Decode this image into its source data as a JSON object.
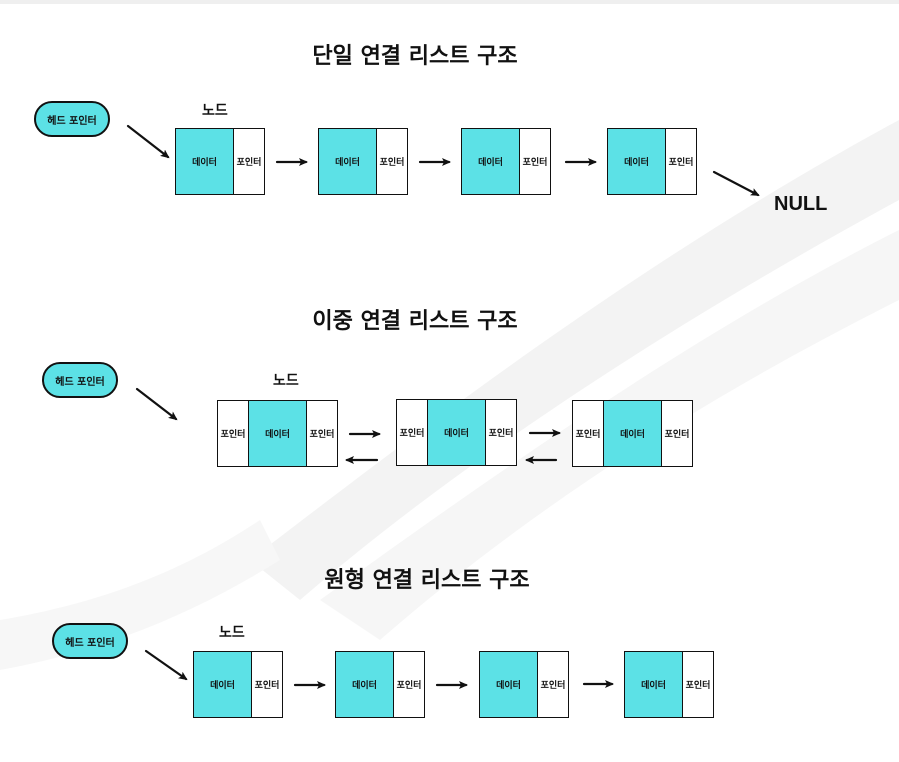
{
  "singly": {
    "title": "단일 연결 리스트 구조",
    "head_pointer": "헤드 포인터",
    "node_label": "노드",
    "nodes": [
      {
        "data": "데이터",
        "next": "포인터"
      },
      {
        "data": "데이터",
        "next": "포인터"
      },
      {
        "data": "데이터",
        "next": "포인터"
      },
      {
        "data": "데이터",
        "next": "포인터"
      }
    ],
    "terminator": "NULL"
  },
  "doubly": {
    "title": "이중 연결 리스트 구조",
    "head_pointer": "헤드 포인터",
    "node_label": "노드",
    "nodes": [
      {
        "prev": "포인터",
        "data": "데이터",
        "next": "포인터"
      },
      {
        "prev": "포인터",
        "data": "데이터",
        "next": "포인터"
      },
      {
        "prev": "포인터",
        "data": "데이터",
        "next": "포인터"
      }
    ]
  },
  "circular": {
    "title": "원형 연결 리스트 구조",
    "head_pointer": "헤드 포인터",
    "node_label": "노드",
    "nodes": [
      {
        "data": "데이터",
        "next": "포인터"
      },
      {
        "data": "데이터",
        "next": "포인터"
      },
      {
        "data": "데이터",
        "next": "포인터"
      },
      {
        "data": "데이터",
        "next": "포인터"
      }
    ]
  },
  "colors": {
    "node_fill": "#5ce1e6",
    "outline": "#111111"
  }
}
